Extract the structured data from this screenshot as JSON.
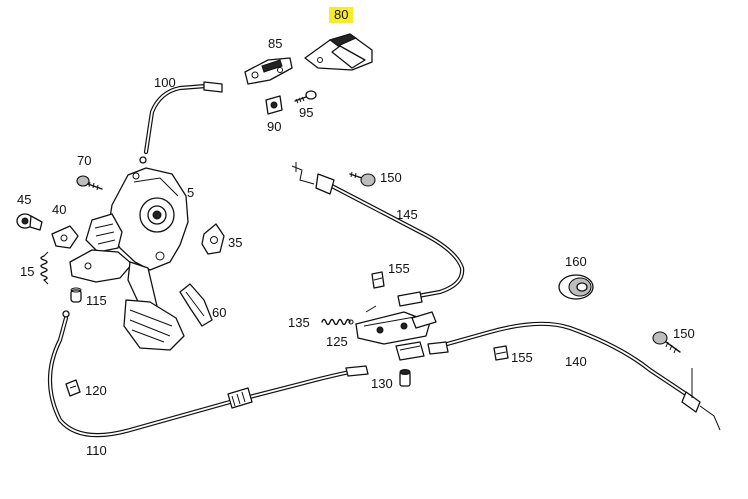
{
  "highlight_color": "#f6ec2a",
  "callouts": {
    "p80": "80",
    "p85": "85",
    "p90": "90",
    "p95": "95",
    "p100": "100",
    "p70": "70",
    "p5": "5",
    "p45": "45",
    "p40": "40",
    "p35": "35",
    "p15": "15",
    "p115": "115",
    "p60": "60",
    "p150a": "150",
    "p145": "145",
    "p155a": "155",
    "p160": "160",
    "p135": "135",
    "p125": "125",
    "p150b": "150",
    "p155b": "155",
    "p140": "140",
    "p130": "130",
    "p120": "120",
    "p110": "110"
  }
}
